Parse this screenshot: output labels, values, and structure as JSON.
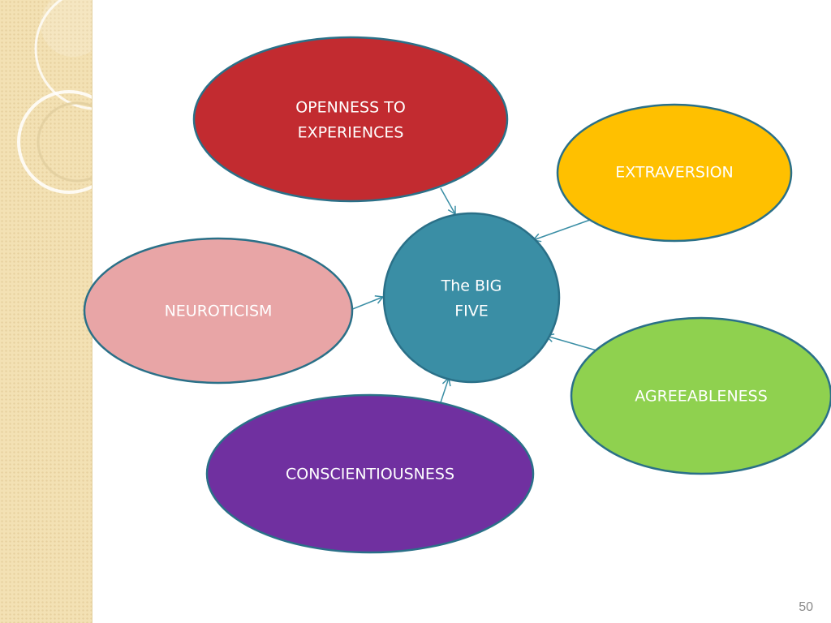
{
  "diagram": {
    "center": {
      "lines": [
        "The BIG",
        "FIVE"
      ],
      "color": "#3a8ea5"
    },
    "traits": {
      "openness": {
        "lines": [
          "OPENNESS  TO",
          "EXPERIENCES"
        ],
        "color": "#c22b30"
      },
      "extraversion": {
        "lines": [
          "EXTRAVERSION"
        ],
        "color": "#ffc000"
      },
      "neuroticism": {
        "lines": [
          "NEUROTICISM"
        ],
        "color": "#e8a5a6"
      },
      "agreeableness": {
        "lines": [
          "AGREEABLENESS"
        ],
        "color": "#8fd14f"
      },
      "conscientiousness": {
        "lines": [
          "CONSCIENTIOUSNESS"
        ],
        "color": "#7030a0"
      }
    },
    "outline_color": "#2a7088",
    "arrow_color": "#3a8ea5"
  },
  "footer": {
    "slide_number": "50"
  },
  "theme": {
    "band_color": "#f3e1b4"
  }
}
